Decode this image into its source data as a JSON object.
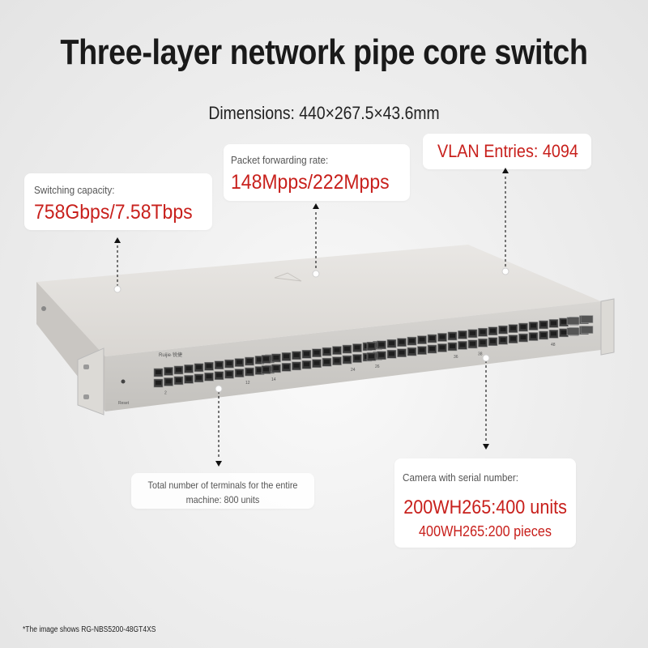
{
  "title": "Three-layer network pipe core switch",
  "dimensions": "Dimensions: 440×267.5×43.6mm",
  "switching": {
    "label": "Switching capacity:",
    "value": "758Gbps/7.58Tbps"
  },
  "forwarding": {
    "label": "Packet forwarding rate:",
    "value": "148Mpps/222Mpps"
  },
  "vlan": {
    "value": "VLAN Entries: 4094"
  },
  "terminals": {
    "line1": "Total number of terminals for the entire",
    "line2": "machine: 800 units"
  },
  "camera": {
    "label": "Camera with serial number:",
    "line1": "200WH265:400 units",
    "line2": "400WH265:200 pieces"
  },
  "device": {
    "brand": "Ruijie·锐捷",
    "reset_label": "Reset",
    "port_numbers": [
      "2",
      "12",
      "14",
      "24",
      "26",
      "36",
      "38",
      "48"
    ]
  },
  "footnote": "*The image shows RG-NBS5200-48GT4XS",
  "colors": {
    "accent": "#c8201c",
    "text": "#1a1a1a"
  }
}
